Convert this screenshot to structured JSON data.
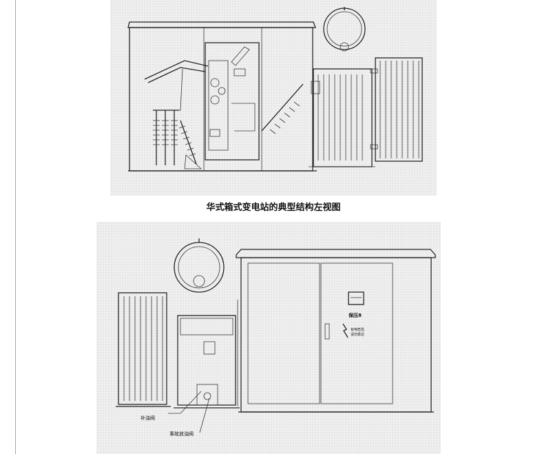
{
  "caption": "华式箱式变电站的典型结构左视图",
  "labels": {
    "valve_top": "补油阀",
    "valve_bottom": "事故放油阀",
    "door_sign": "保压8",
    "warning_line1": "有电危险",
    "warning_line2": "请勿靠近"
  }
}
